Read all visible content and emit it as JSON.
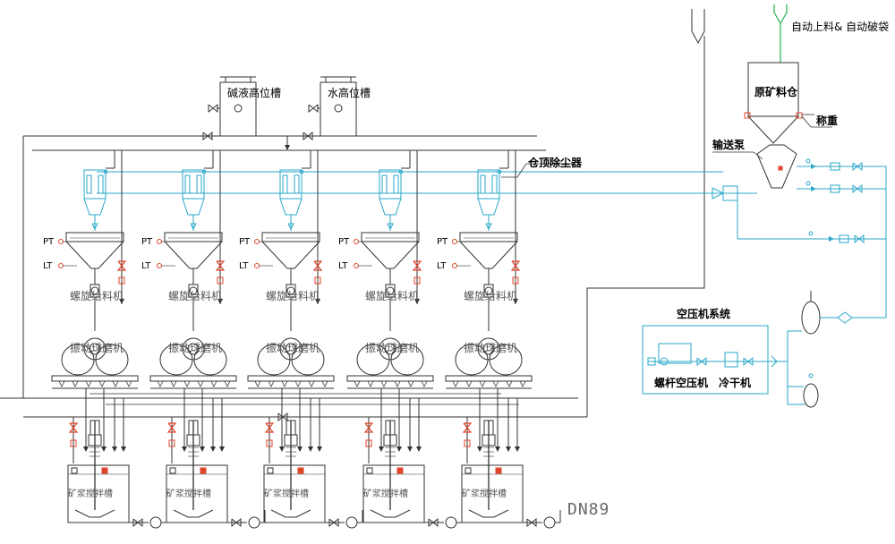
{
  "labels": {
    "alkali_tank": "碱液高位槽",
    "water_tank": "水高位槽",
    "auto_feed": "自动上料& 自动破袋",
    "raw_bin": "原矿料仓",
    "weighing": "称重",
    "conveying_pump": "输送泵",
    "dust_collector": "仓顶除尘器",
    "air_system": "空压机系统",
    "screw_compressor": "螺杆空压机",
    "dryer": "冷干机",
    "dn": "DN89",
    "pt": "PT",
    "lt": "LT",
    "screw_feeder": "螺旋给料机",
    "ball_mill": "振动球磨机",
    "slurry_tank": "矿浆搅拌槽"
  },
  "units": [
    {
      "id": 1
    },
    {
      "id": 2
    },
    {
      "id": 3
    },
    {
      "id": 4
    },
    {
      "id": 5
    }
  ],
  "colors": {
    "line": "#333333",
    "pipe": "#2aa7c9",
    "valve": "#e0442a",
    "feed": "#21b24b"
  }
}
